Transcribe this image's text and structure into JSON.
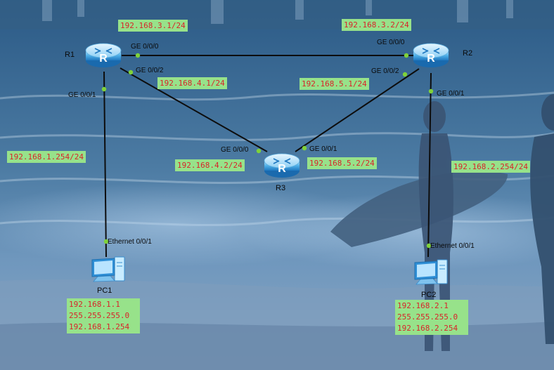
{
  "devices": {
    "r1": {
      "name": "R1"
    },
    "r2": {
      "name": "R2"
    },
    "r3": {
      "name": "R3"
    },
    "pc1": {
      "name": "PC1"
    },
    "pc2": {
      "name": "PC2"
    }
  },
  "ports": {
    "r1_g000": "GE 0/0/0",
    "r1_g002": "GE 0/0/2",
    "r1_g001": "GE 0/0/1",
    "r2_g000": "GE 0/0/0",
    "r2_g002": "GE 0/0/2",
    "r2_g001": "GE 0/0/1",
    "r3_g000": "GE 0/0/0",
    "r3_g001": "GE 0/0/1",
    "pc1_eth": "Ethernet 0/0/1",
    "pc2_eth": "Ethernet 0/0/1"
  },
  "ip_labels": {
    "r1_g000": "192.168.3.1/24",
    "r2_g000": "192.168.3.2/24",
    "r1_g002": "192.168.4.1/24",
    "r2_g002": "192.168.5.1/24",
    "r1_g001": "192.168.1.254/24",
    "r2_g001": "192.168.2.254/24",
    "r3_g000": "192.168.4.2/24",
    "r3_g001": "192.168.5.2/24"
  },
  "pc_config": {
    "pc1": [
      "192.168.1.1",
      "255.255.255.0",
      "192.168.1.254"
    ],
    "pc2": [
      "192.168.2.1",
      "255.255.255.0",
      "192.168.2.254"
    ]
  },
  "colors": {
    "label_bg": "#97e28a",
    "label_text": "#d8232a",
    "port_dot": "#7fd23a",
    "link": "#0d0d0d",
    "router_blue": "#3a9bd8"
  }
}
